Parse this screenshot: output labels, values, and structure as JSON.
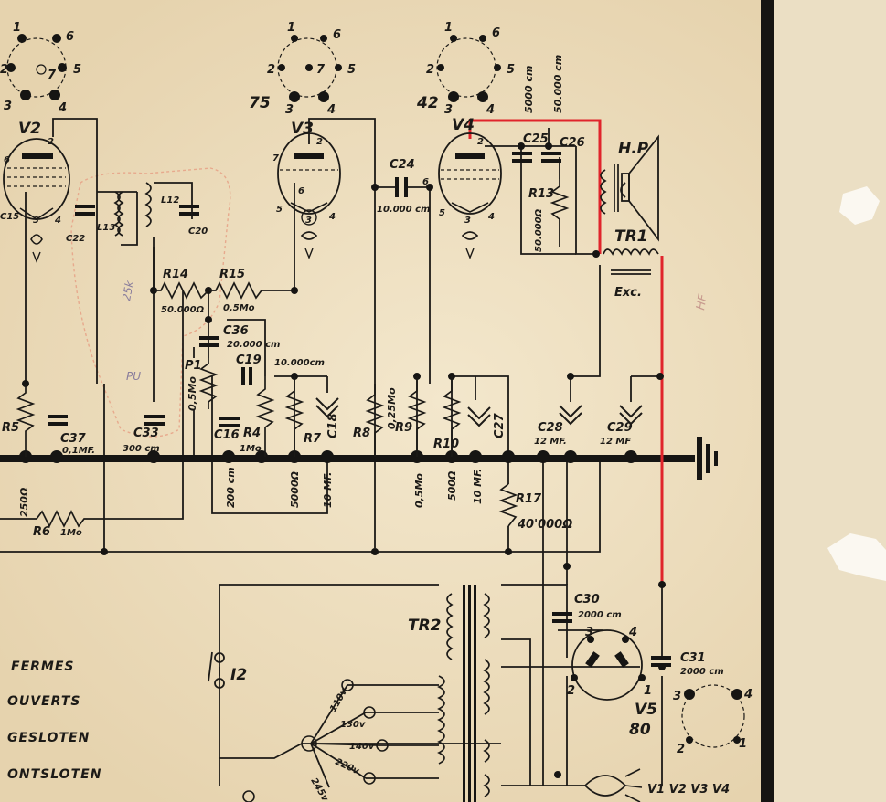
{
  "colors": {
    "paper": "#efe1c2",
    "paper_right": "#e8dbc0",
    "ink": "#1c1a17",
    "highlight": "#e0242b",
    "pencil_outline": "#e7a98d"
  },
  "tubes": {
    "v2": "V2",
    "v3": "V3",
    "v4": "V4",
    "v5": "V5",
    "v3_type": "75",
    "v4_type": "42",
    "v5_type": "80",
    "heater_note": "V1 V2 V3 V4"
  },
  "pins": [
    "1",
    "2",
    "3",
    "4",
    "5",
    "6",
    "7"
  ],
  "components": {
    "c15": "C15",
    "c22": "C22",
    "l13": "L13",
    "l12": "L12",
    "c20": "C20",
    "r14": "R14",
    "r14_val": "50.000Ω",
    "r15": "R15",
    "r15_val": "0,5Mo",
    "c36": "C36",
    "c36_val": "20.000 cm",
    "p1": "P1",
    "p1_val": "0,5Mo",
    "c19": "C19",
    "c19_val": "10.000cm",
    "c24": "C24",
    "c24_val": "10.000 cm",
    "c25": "C25",
    "c25_val": "5000 cm",
    "c26": "C26",
    "c26_val": "50.000 cm",
    "r13": "R13",
    "r13_val": "50.000Ω",
    "hp": "H.P",
    "tr1": "TR1",
    "exc": "Exc.",
    "r5": "R5",
    "r5_val": "250Ω",
    "c37": "C37",
    "c37_val": "0,1MF.",
    "c33": "C33",
    "c33_val": "300 cm",
    "c16": "C16",
    "c16_val": "200 cm",
    "r4": "R4",
    "r4_val": "1Mo",
    "r7": "R7",
    "r7_val": "5000Ω",
    "c18": "C18",
    "c18_val": "10 MF.",
    "r8": "R8",
    "r8_val": "0,25Mo",
    "r9": "R9",
    "r9_val": "0,5Mo",
    "r10": "R10",
    "r10_val": "500Ω",
    "c27": "C27",
    "c27_val": "10 MF.",
    "c28": "C28",
    "c28_val": "12 MF.",
    "c29": "C29",
    "c29_val": "12 MF",
    "r17": "R17",
    "r17_val": "40'000Ω",
    "r6": "R6",
    "r6_val": "1Mo",
    "tr2": "TR2",
    "i2": "I2",
    "c30": "C30",
    "c30_val": "2000 cm",
    "c31": "C31",
    "c31_val": "2000 cm"
  },
  "taps": [
    "110v",
    "130v",
    "140v",
    "220v",
    "245v"
  ],
  "legend": [
    "FERMES",
    "OUVERTS",
    "GESLOTEN",
    "ONTSLOTEN"
  ],
  "pencil": {
    "pu": "PU",
    "note1": "25k",
    "note2": "HF"
  }
}
